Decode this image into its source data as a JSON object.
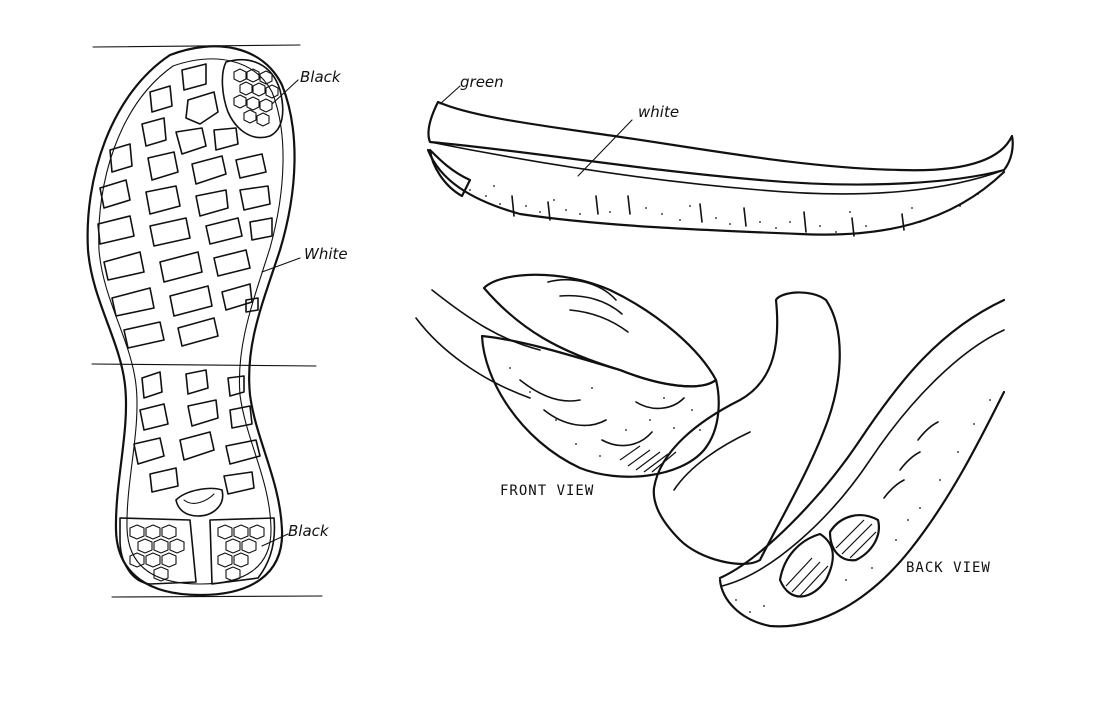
{
  "labels": {
    "outsole_black_top": "Black",
    "outsole_white": "White",
    "outsole_black_bottom": "Black",
    "midsole_green": "green",
    "midsole_white": "white"
  },
  "views": {
    "front": "FRONT VIEW",
    "back": "BACK VIEW"
  },
  "colors": {
    "ink": "#111111",
    "paper": "#ffffff"
  }
}
